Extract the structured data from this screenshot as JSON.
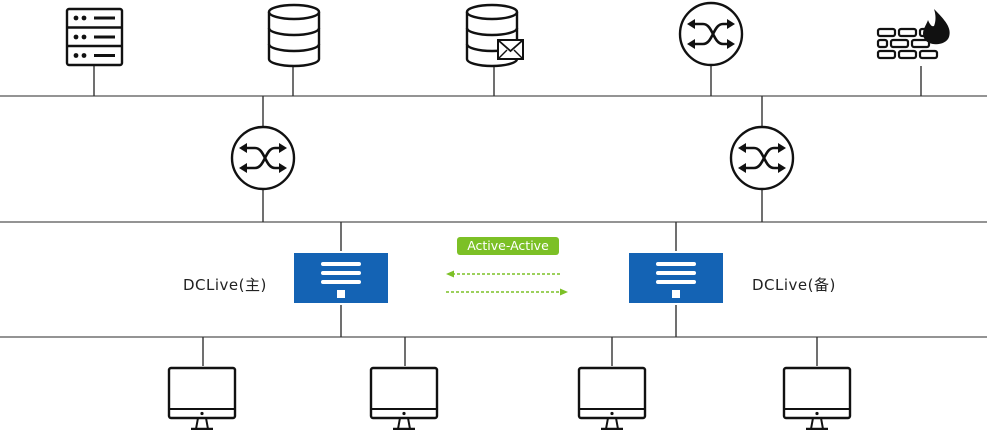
{
  "colors": {
    "line": "#555555",
    "icon_stroke": "#111111",
    "appliance_blue": "#1463b4",
    "active_green": "#7cc026",
    "fire": "#111111"
  },
  "nodes": {
    "dc_primary": {
      "label": "DCLive(主)",
      "icon": "blue-appliance-icon"
    },
    "dc_backup": {
      "label": "DCLive(备)",
      "icon": "blue-appliance-icon"
    }
  },
  "sync": {
    "label": "Active-Active"
  },
  "icons": {
    "top": [
      "server-rack-icon",
      "database-icon",
      "mail-database-icon",
      "switch-icon",
      "firewall-icon"
    ],
    "middle": [
      "switch-icon",
      "switch-icon"
    ],
    "bottom": [
      "monitor-icon",
      "monitor-icon",
      "monitor-icon",
      "monitor-icon"
    ]
  }
}
